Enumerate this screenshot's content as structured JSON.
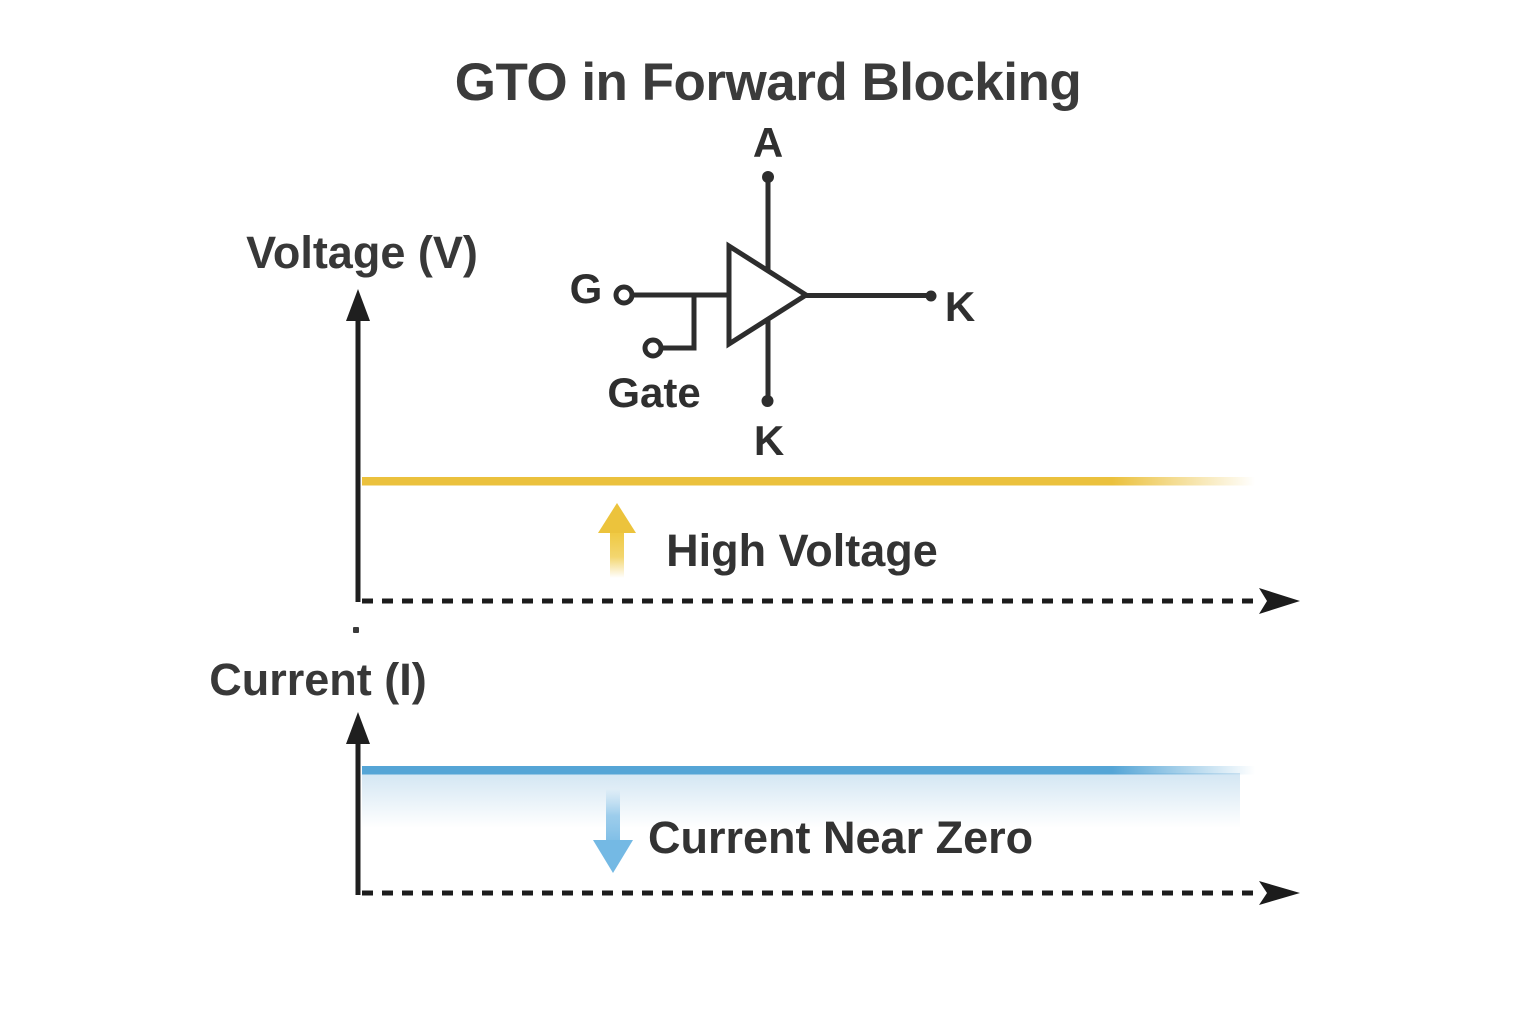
{
  "title": "GTO in Forward Blocking",
  "colors": {
    "voltage_line": "#EBC13D",
    "current_line": "#55A5D6",
    "schematic_stroke": "#2D2D2D",
    "axis_stroke": "#1F1F1F",
    "text": "#333333"
  },
  "gto_symbol": {
    "anode_label": "A",
    "cathode_right_label": "K",
    "cathode_bottom_label": "K",
    "gate_letter": "G",
    "gate_label": "Gate"
  },
  "voltage_plot": {
    "axis_label": "Voltage (V)",
    "annotation": "High Voltage"
  },
  "current_plot": {
    "axis_label": "Current (I)",
    "annotation": "Current Near Zero"
  }
}
